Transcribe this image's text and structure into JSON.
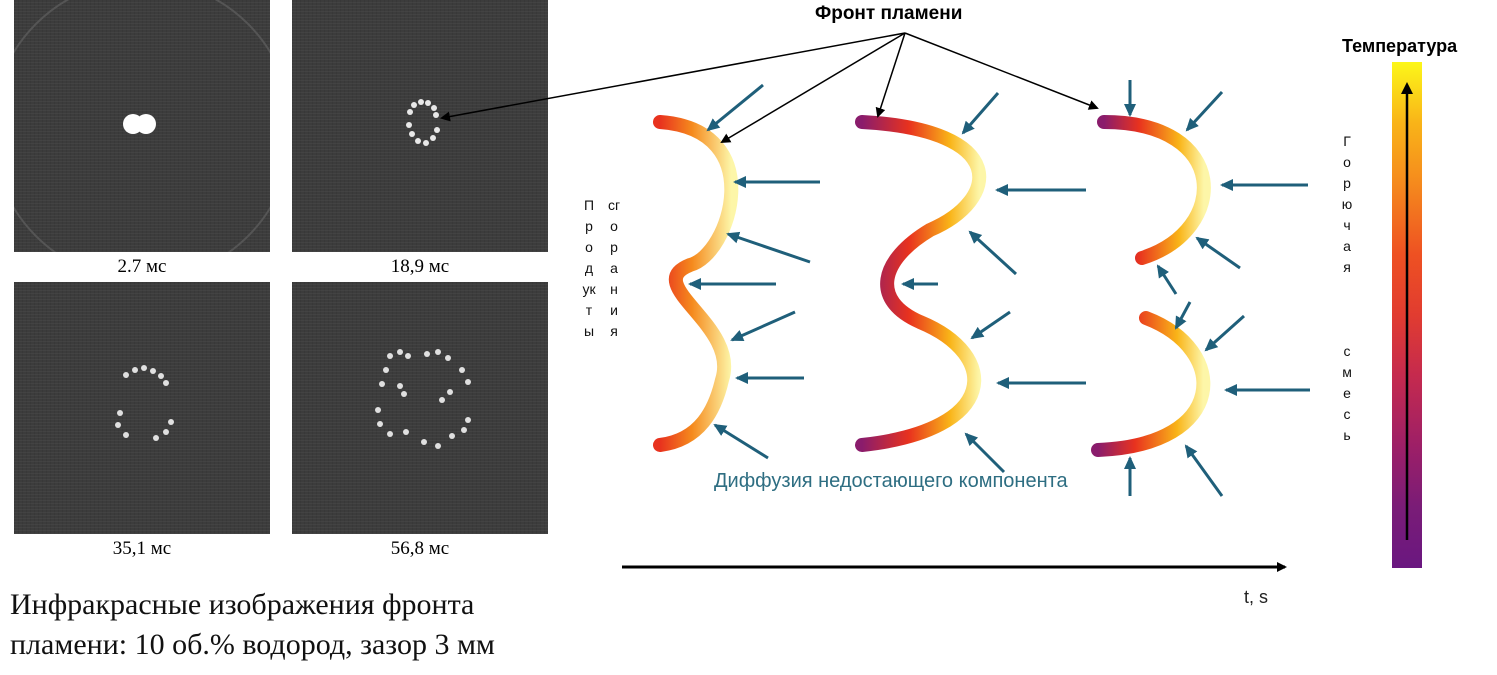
{
  "frames": [
    {
      "caption": "2.7 мс"
    },
    {
      "caption": "18,9 мс"
    },
    {
      "caption": "35,1 мс"
    },
    {
      "caption": "56,8 мс"
    }
  ],
  "bottom_caption": "Инфракрасные изображения фронта\nпламени: 10 об.% водород, зазор 3 мм",
  "labels": {
    "flame_front": "Фронт пламени",
    "temperature": "Температура",
    "products": [
      "Продукты",
      "сгорания"
    ],
    "mixture": [
      "Горючая",
      "смесь"
    ],
    "diffusion": "Диффузия недостающего компонента",
    "time_axis": "t, s"
  },
  "colors": {
    "arrow": "#1f5f7a",
    "text_diffusion": "#2e6e82",
    "hot": "#fcf719",
    "cold": "#6a1780"
  }
}
